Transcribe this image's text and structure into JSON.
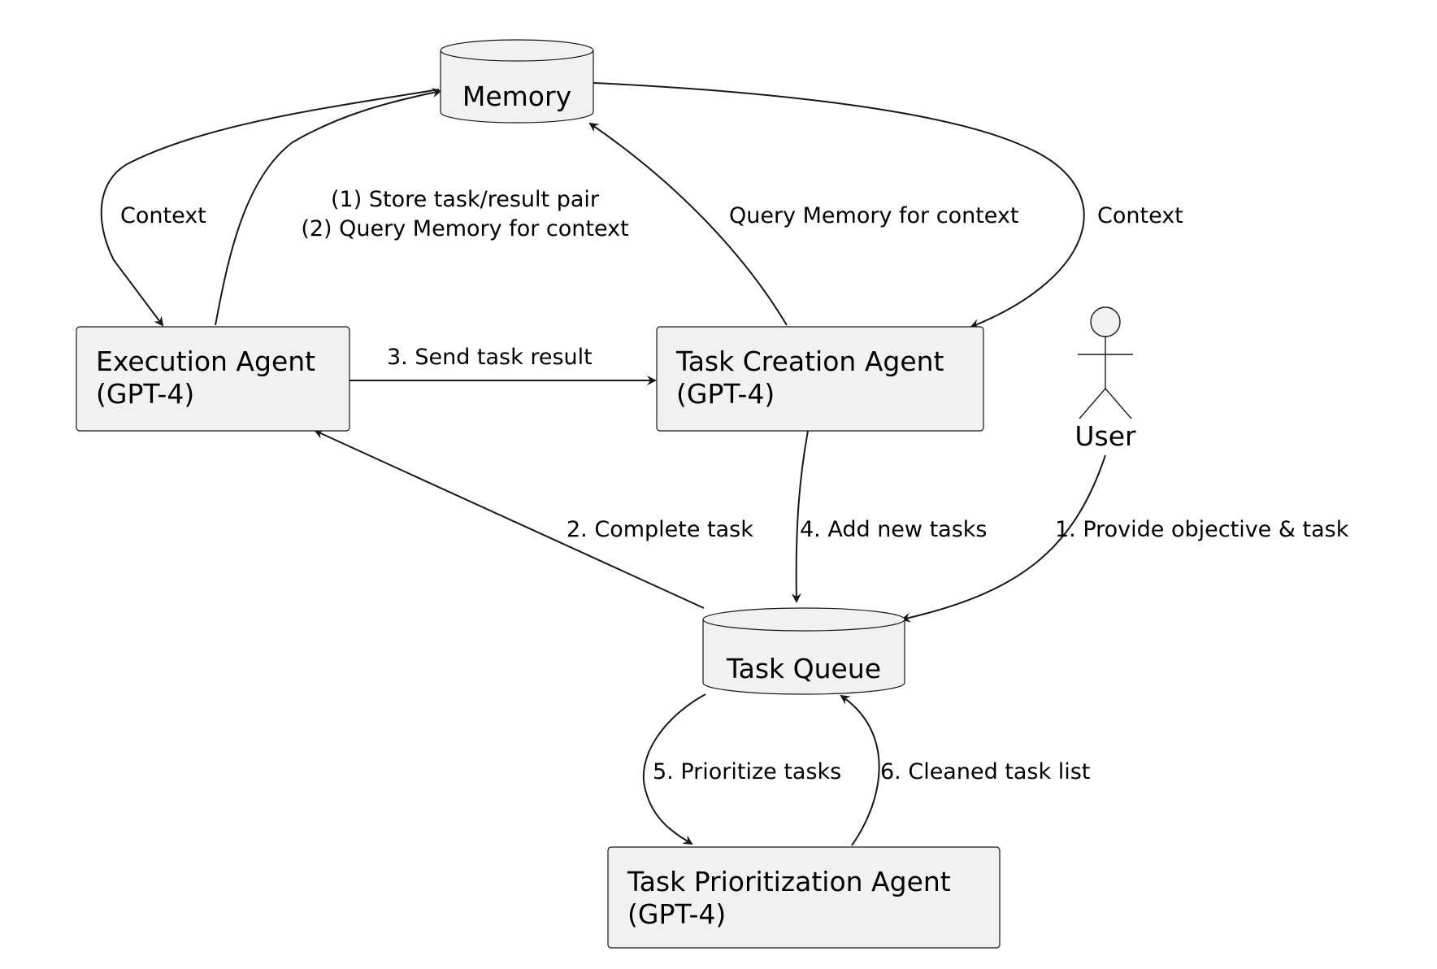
{
  "diagram": {
    "nodes": {
      "memory": {
        "label": "Memory"
      },
      "execution_agent": {
        "line1": "Execution Agent",
        "line2": "(GPT-4)"
      },
      "task_creation_agent": {
        "line1": "Task Creation Agent",
        "line2": "(GPT-4)"
      },
      "task_queue": {
        "label": "Task Queue"
      },
      "task_prioritization_agent": {
        "line1": "Task Prioritization Agent",
        "line2": "(GPT-4)"
      },
      "user": {
        "label": "User"
      }
    },
    "edges": {
      "memory_to_execution": "Context",
      "execution_to_memory_line1": "(1) Store task/result pair",
      "execution_to_memory_line2": "(2) Query Memory for context",
      "creation_to_memory": "Query Memory for context",
      "memory_to_creation": "Context",
      "execution_to_creation": "3. Send task result",
      "queue_to_execution": "2. Complete task",
      "creation_to_queue": "4. Add new tasks",
      "user_to_queue": "1. Provide objective & task",
      "queue_to_prioritization": "5. Prioritize tasks",
      "prioritization_to_queue": "6. Cleaned task list"
    }
  }
}
